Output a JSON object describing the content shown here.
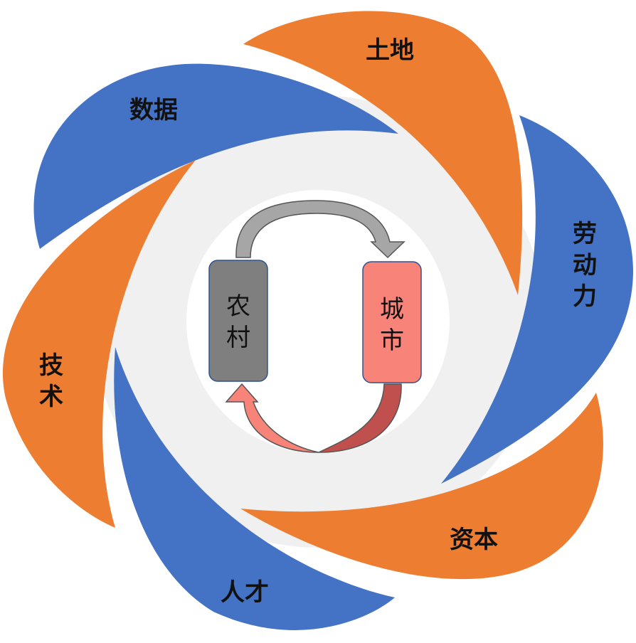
{
  "factors": [
    {
      "id": "land",
      "label": "土地",
      "color": "#ED7D31"
    },
    {
      "id": "labor",
      "label": "劳动力",
      "color": "#4472C4"
    },
    {
      "id": "capital",
      "label": "资本",
      "color": "#ED7D31"
    },
    {
      "id": "talent",
      "label": "人才",
      "color": "#4472C4"
    },
    {
      "id": "tech",
      "label": "技术",
      "color": "#ED7D31"
    },
    {
      "id": "data",
      "label": "数据",
      "color": "#4472C4"
    }
  ],
  "center": {
    "rural": {
      "label": "农村",
      "color": "#7F7F7F"
    },
    "urban": {
      "label": "城市",
      "color": "#F88379"
    },
    "arrow_top_color": "#A6A6A6",
    "arrow_bottom_left_color": "#F88379",
    "arrow_bottom_right_color": "#C0504D",
    "ring_color": "#F0F0F0"
  }
}
